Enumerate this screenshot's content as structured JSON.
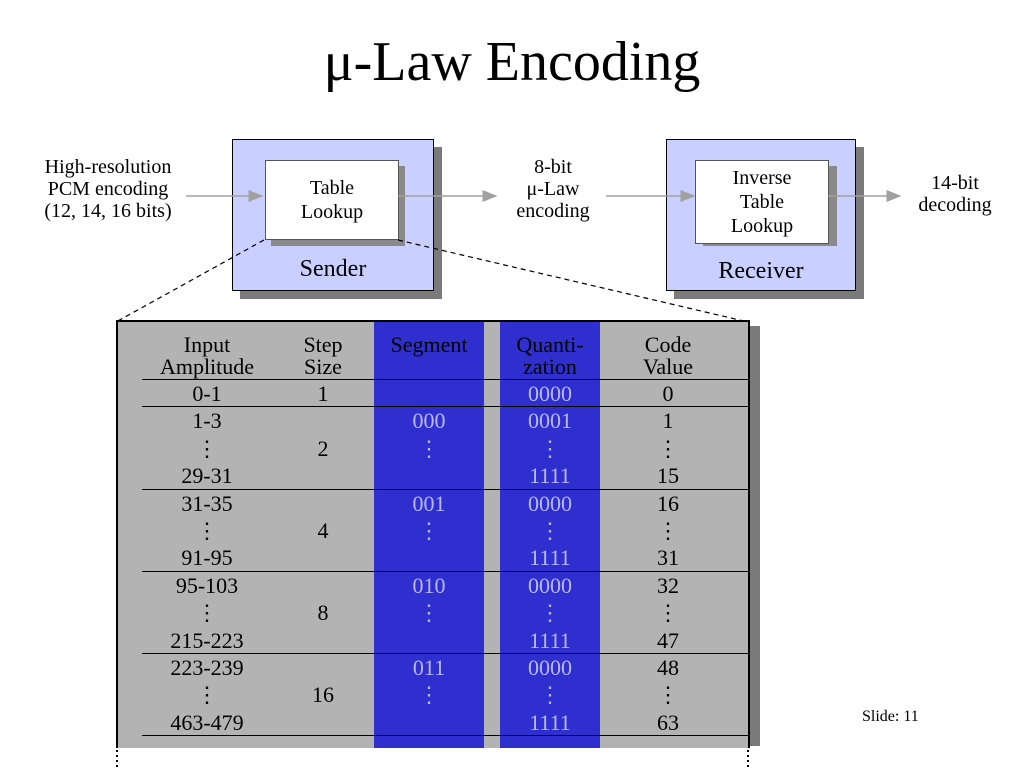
{
  "title": "μ-Law Encoding",
  "input_label": [
    "High-resolution",
    "PCM encoding",
    "(12, 14, 16 bits)"
  ],
  "sender": {
    "inner_lines": [
      "Table",
      "Lookup"
    ],
    "caption": "Sender"
  },
  "middle_label": [
    "8-bit",
    "μ-Law",
    "encoding"
  ],
  "receiver": {
    "inner_lines": [
      "Inverse",
      "Table",
      "Lookup"
    ],
    "caption": "Receiver"
  },
  "output_label": [
    "14-bit",
    "decoding"
  ],
  "table": {
    "headers": [
      [
        "Input",
        "Amplitude"
      ],
      [
        "Step",
        "Size"
      ],
      [
        "Segment",
        ""
      ],
      [
        "Quanti-",
        "zation"
      ],
      [
        "Code",
        "Value"
      ]
    ],
    "rows": [
      [
        "0-1",
        "1",
        "",
        "0000",
        "0"
      ],
      [
        "1-3",
        "",
        "000",
        "0001",
        "1"
      ],
      [
        "⋮",
        "2",
        "⋮",
        "⋮",
        "⋮"
      ],
      [
        "29-31",
        "",
        "",
        "1111",
        "15"
      ],
      [
        "31-35",
        "",
        "001",
        "0000",
        "16"
      ],
      [
        "⋮",
        "4",
        "⋮",
        "⋮",
        "⋮"
      ],
      [
        "91-95",
        "",
        "",
        "1111",
        "31"
      ],
      [
        "95-103",
        "",
        "010",
        "0000",
        "32"
      ],
      [
        "⋮",
        "8",
        "⋮",
        "⋮",
        "⋮"
      ],
      [
        "215-223",
        "",
        "",
        "1111",
        "47"
      ],
      [
        "223-239",
        "",
        "011",
        "0000",
        "48"
      ],
      [
        "⋮",
        "16",
        "⋮",
        "⋮",
        "⋮"
      ],
      [
        "463-479",
        "",
        "",
        "1111",
        "63"
      ]
    ]
  },
  "slide_label": "Slide: 11",
  "colors": {
    "box_fill": "#c9cfff",
    "segment_band": "#2f2fd0",
    "table_bg": "#b3b3b3"
  }
}
